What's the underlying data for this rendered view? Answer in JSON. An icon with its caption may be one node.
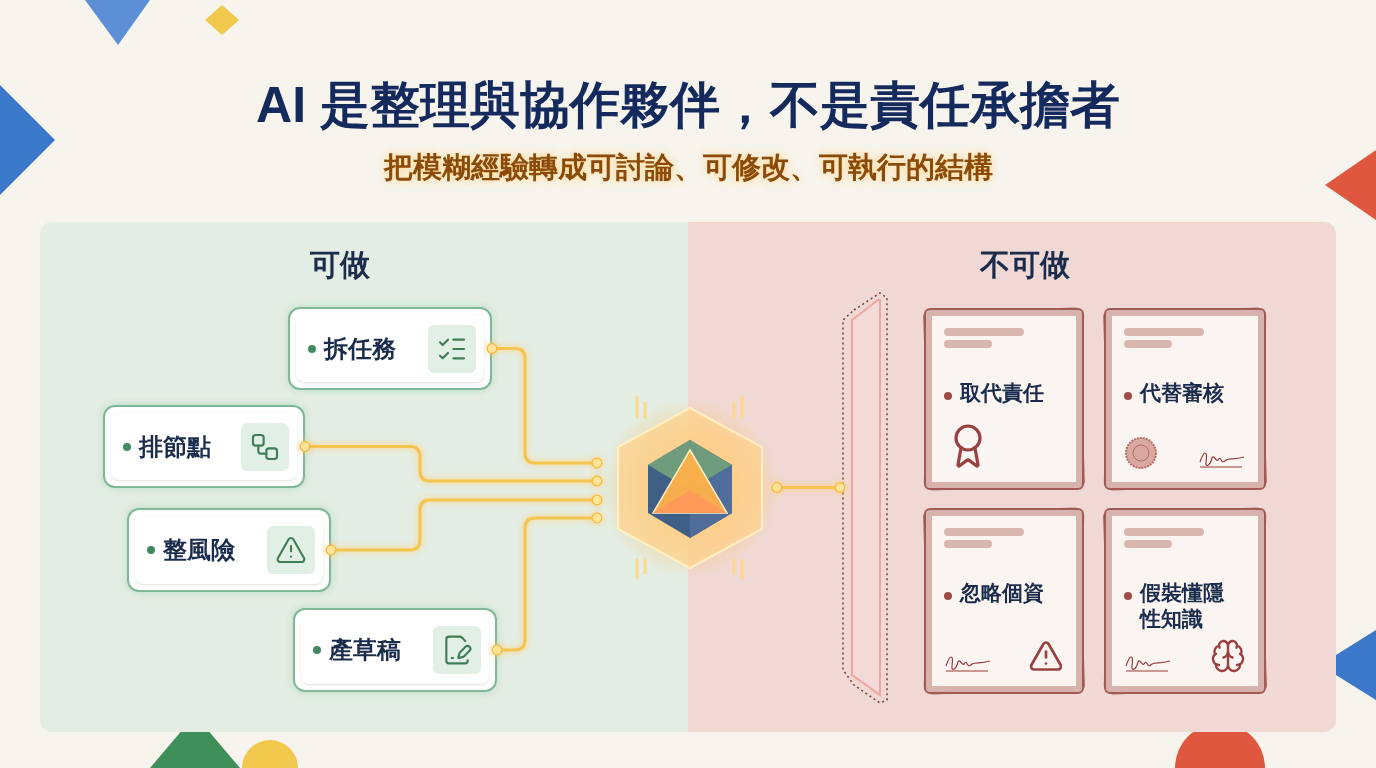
{
  "diagram": {
    "title": "AI 是整理與協作夥伴，不是責任承擔者",
    "nodes": [
      {
        "text": [
          "可做"
        ]
      },
      {
        "text": [
          "不可做"
        ]
      },
      {
        "text": [
          "拆任務"
        ],
        "in": 0
      },
      {
        "text": [
          "排節點"
        ],
        "in": 0
      },
      {
        "text": [
          "整風險"
        ],
        "in": 0
      },
      {
        "text": [
          "產草稿"
        ],
        "in": 0
      },
      {
        "text": [],
        "shape": "picture"
      },
      {
        "text": [],
        "shape": "bar",
        "in": 1
      },
      {
        "text": [
          "取代責任"
        ],
        "in": 1
      },
      {
        "text": [
          "代替審核"
        ],
        "in": 1
      },
      {
        "text": [
          "忽略個資"
        ],
        "in": 1
      },
      {
        "text": [
          "假裝懂隱性知識"
        ],
        "in": 1
      }
    ],
    "edges": [
      {
        "from": 2,
        "to": 6,
        "arrow": "other"
      },
      {
        "from": 3,
        "to": 6,
        "arrow": "other"
      },
      {
        "from": 4,
        "to": 6,
        "arrow": "other"
      },
      {
        "from": 5,
        "to": 6,
        "arrow": "other"
      },
      {
        "from": 6,
        "to": 7,
        "arrow": "other"
      }
    ],
    "labels": [
      "把模糊經驗轉成可討論、可修改、可執行的結構"
    ]
  }
}
